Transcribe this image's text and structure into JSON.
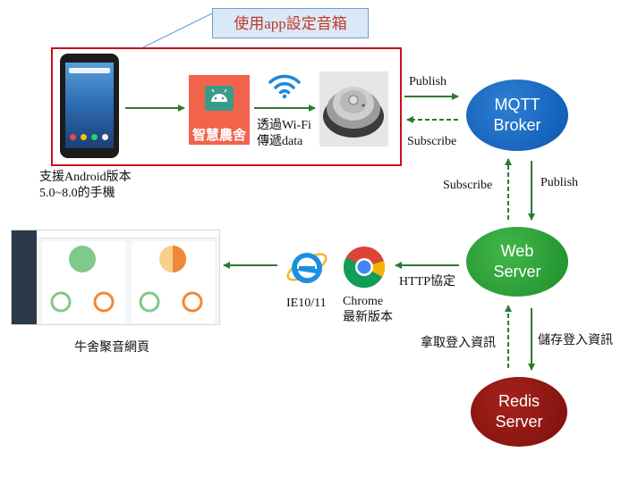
{
  "callout_label": "使用app設定音箱",
  "phone_caption": "支援Android版本\n5.0~8.0的手機",
  "app": {
    "name": "智慧農舍"
  },
  "wifi_caption": "透過Wi-Fi\n傳遞data",
  "nodes": {
    "mqtt": "MQTT\nBroker",
    "web": "Web\nServer",
    "redis": "Redis\nServer"
  },
  "edges": {
    "publish_top": "Publish",
    "subscribe_top": "Subscribe",
    "subscribe_mid": "Subscribe",
    "publish_mid": "Publish",
    "http": "HTTP協定",
    "fetch_login": "拿取登入資訊",
    "store_login": "儲存登入資訊"
  },
  "browsers": {
    "ie": "IE10/11",
    "chrome": "Chrome\n最新版本"
  },
  "web_caption": "牛舍聚音網頁",
  "colors": {
    "arrow": "#2d7a2d",
    "red_border": "#c8101e",
    "mqtt": "#0a56b0",
    "web": "#1b8e2a",
    "redis": "#7c0f0b",
    "app": "#f2634c",
    "callout_text": "#c0392b"
  },
  "icons": [
    "android-phone-icon",
    "android-app-icon",
    "wifi-icon",
    "speaker-device-icon",
    "ie-icon",
    "chrome-icon"
  ]
}
